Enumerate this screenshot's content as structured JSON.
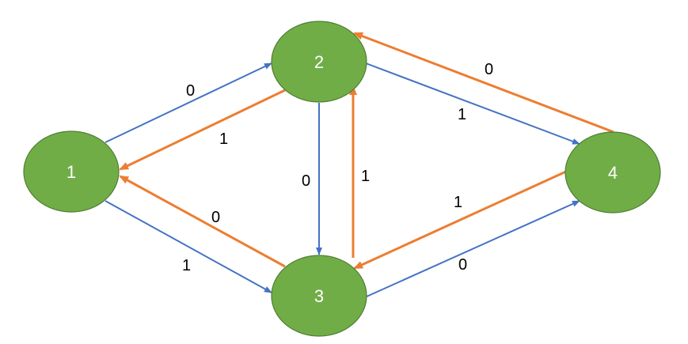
{
  "colors": {
    "node_fill": "#70ad47",
    "node_stroke": "#507e32",
    "edge_blue": "#4472c4",
    "edge_orange": "#ed7d31"
  },
  "nodes": [
    {
      "id": "n1",
      "label": "1"
    },
    {
      "id": "n2",
      "label": "2"
    },
    {
      "id": "n3",
      "label": "3"
    },
    {
      "id": "n4",
      "label": "4"
    }
  ],
  "edges": [
    {
      "id": "e12",
      "from": "1",
      "to": "2",
      "color": "blue",
      "label": "0"
    },
    {
      "id": "e21",
      "from": "2",
      "to": "1",
      "color": "orange",
      "label": "1"
    },
    {
      "id": "e13",
      "from": "1",
      "to": "3",
      "color": "blue",
      "label": "1"
    },
    {
      "id": "e31",
      "from": "3",
      "to": "1",
      "color": "orange",
      "label": "0"
    },
    {
      "id": "e23",
      "from": "2",
      "to": "3",
      "color": "blue",
      "label": "0"
    },
    {
      "id": "e32",
      "from": "3",
      "to": "2",
      "color": "orange",
      "label": "1"
    },
    {
      "id": "e24",
      "from": "2",
      "to": "4",
      "color": "blue",
      "label": "1"
    },
    {
      "id": "e42",
      "from": "4",
      "to": "2",
      "color": "orange",
      "label": "0"
    },
    {
      "id": "e34",
      "from": "3",
      "to": "4",
      "color": "blue",
      "label": "0"
    },
    {
      "id": "e43",
      "from": "4",
      "to": "3",
      "color": "orange",
      "label": "1"
    }
  ]
}
